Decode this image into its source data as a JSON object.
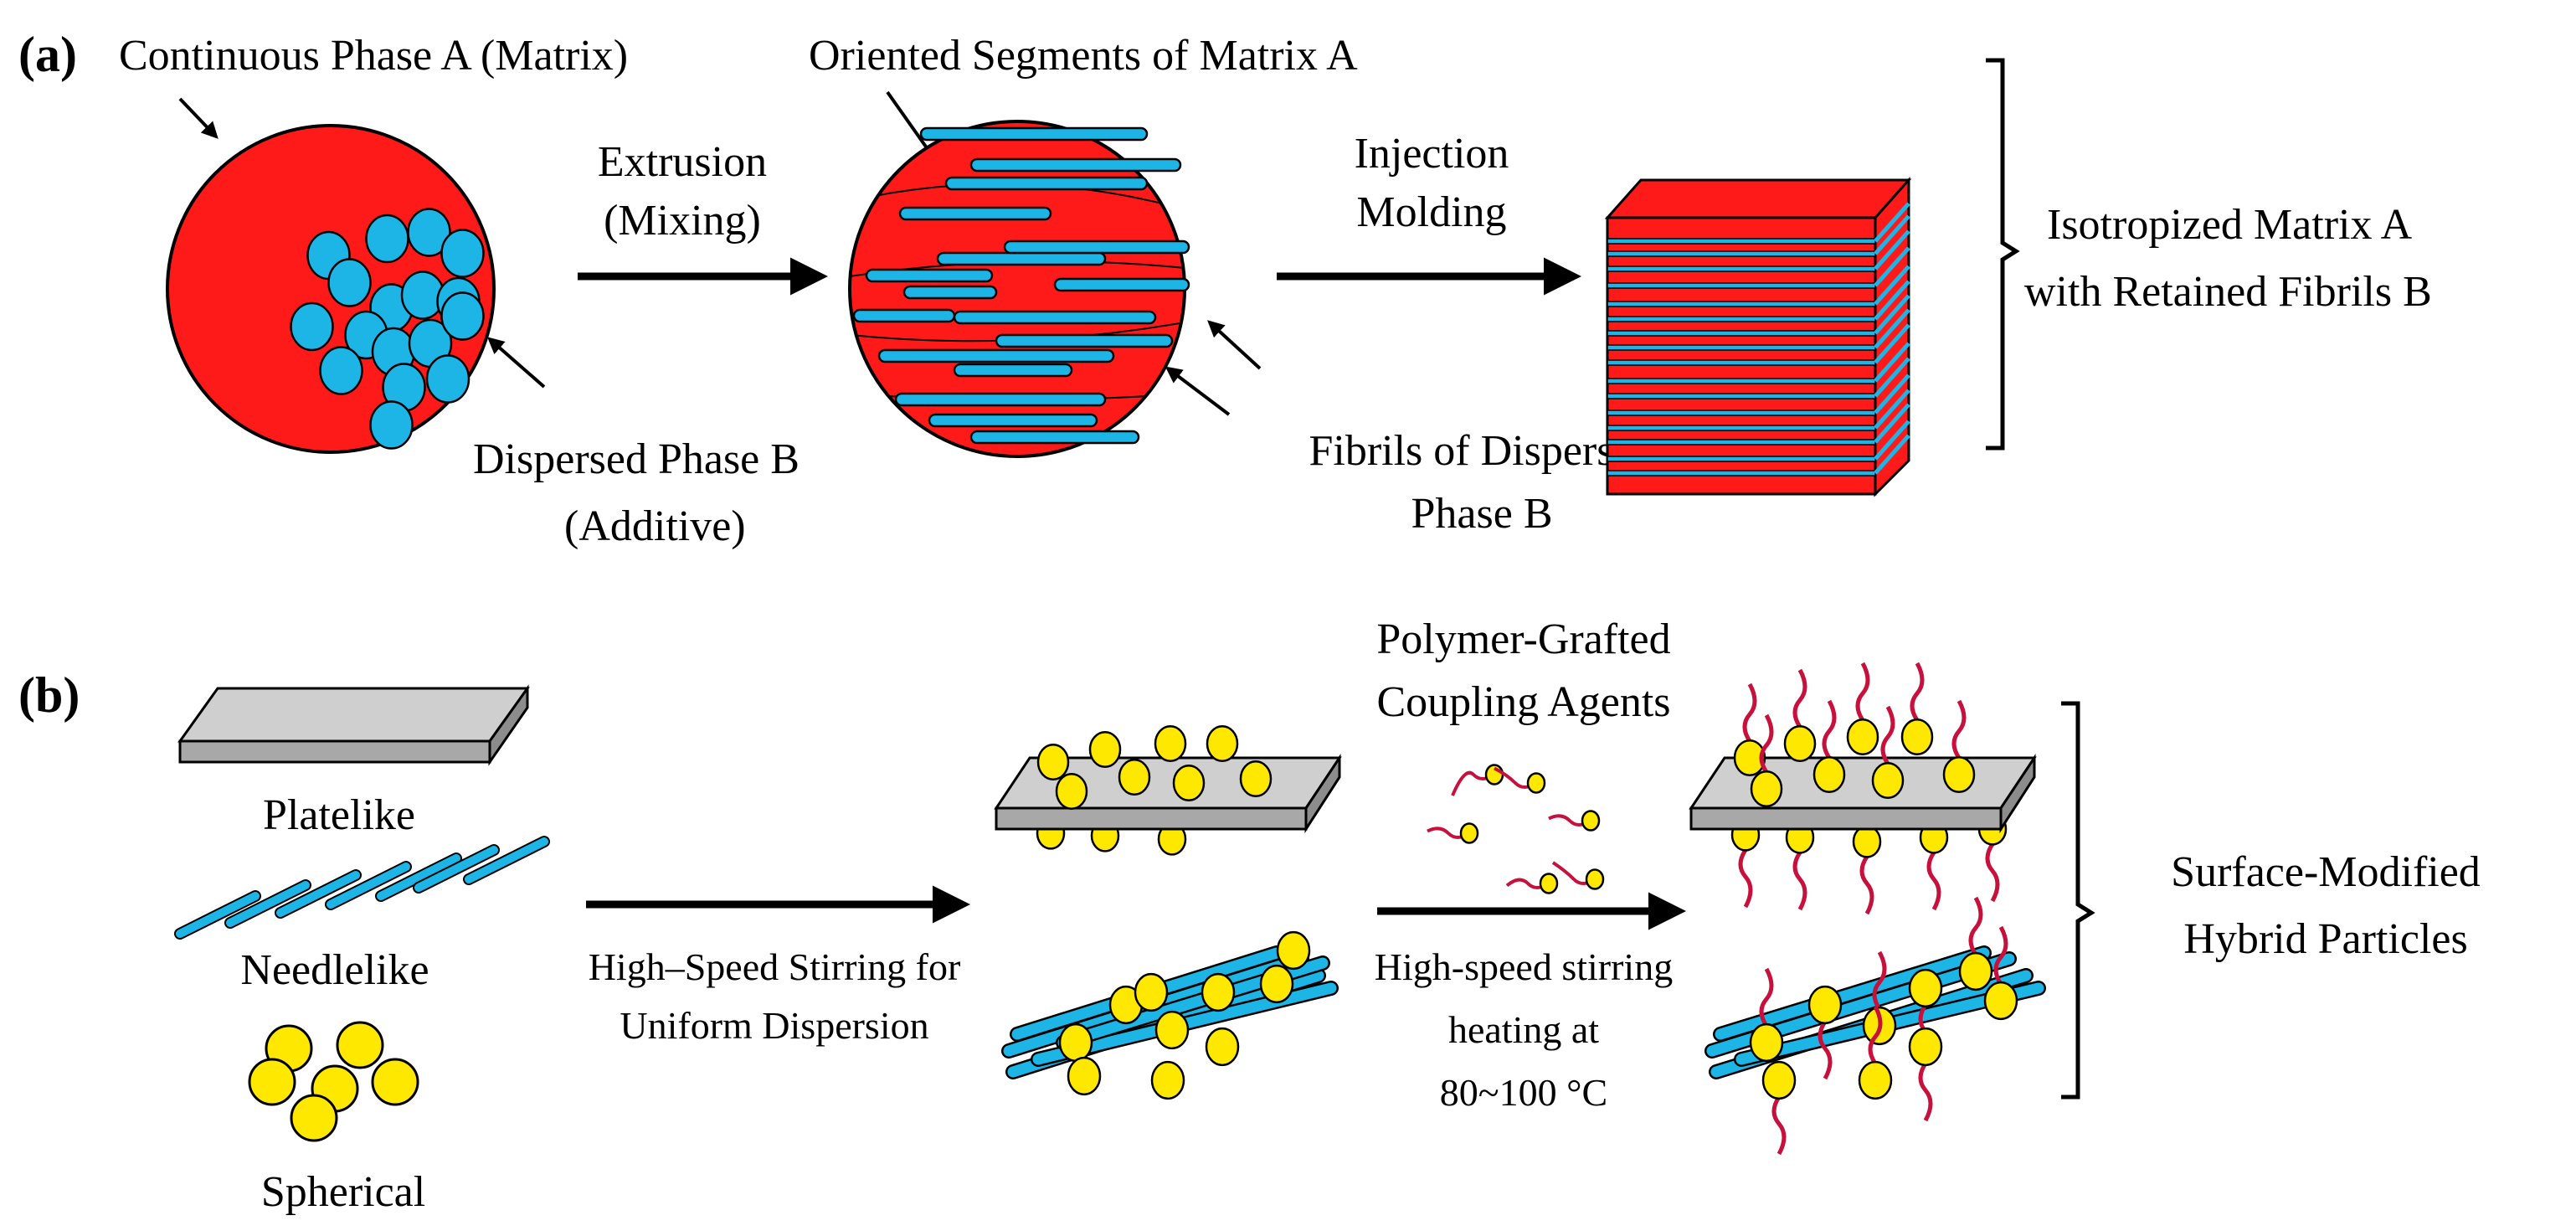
{
  "colors": {
    "matrix_red": "#ff1a1a",
    "dispersed_blue": "#1cb5e6",
    "particle_yellow": "#ffe800",
    "plate_gray": "#c8c8c8",
    "chain_crimson": "#c8103c",
    "outline": "#000000"
  },
  "panel_a": {
    "label": "(a)",
    "matrix_label": "Continuous Phase A (Matrix)",
    "dispersed_label_1": "Dispersed Phase B",
    "dispersed_label_2": "(Additive)",
    "step1_label_1": "Extrusion",
    "step1_label_2": "(Mixing)",
    "oriented_label": "Oriented Segments of Matrix A",
    "fibrils_label_1": "Fibrils of Dispersed",
    "fibrils_label_2": "Phase B",
    "step2_label_1": "Injection",
    "step2_label_2": "Molding",
    "result_label_1": "Isotropized Matrix A",
    "result_label_2": "with Retained Fibrils B"
  },
  "panel_b": {
    "label": "(b)",
    "shape_1": "Platelike",
    "shape_2": "Needlelike",
    "shape_3": "Spherical",
    "step1_label_1": "High–Speed Stirring for",
    "step1_label_2": "Uniform Dispersion",
    "agents_label_1": "Polymer-Grafted",
    "agents_label_2": "Coupling Agents",
    "step2_label_1": "High-speed stirring",
    "step2_label_2": "heating at",
    "step2_label_3": "80~100 °C",
    "result_label_1": "Surface-Modified",
    "result_label_2": "Hybrid Particles"
  }
}
